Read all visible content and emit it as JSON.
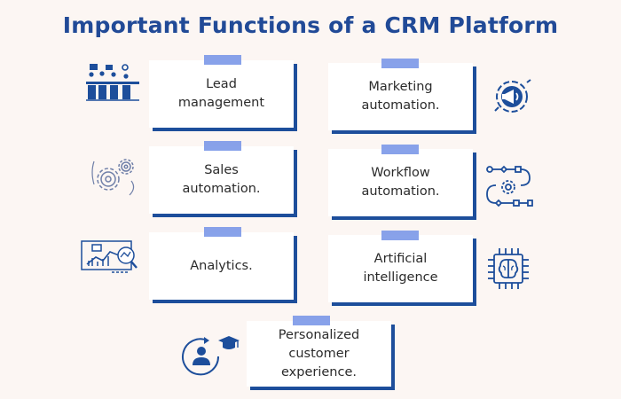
{
  "title": "Important Functions of a CRM Platform",
  "colors": {
    "title": "#214a97",
    "card_shadow": "#1d4e9b",
    "tape": "#7b98e8",
    "icon": "#1d4e9b",
    "background": "#fcf6f3"
  },
  "functions": [
    {
      "label": "Lead\nmanagement",
      "icon": "team-presentation-icon"
    },
    {
      "label": "Marketing\nautomation.",
      "icon": "megaphone-gear-icon"
    },
    {
      "label": "Sales\nautomation.",
      "icon": "gears-icon"
    },
    {
      "label": "Workflow\nautomation.",
      "icon": "workflow-icon"
    },
    {
      "label": "Analytics.",
      "icon": "analytics-dashboard-icon"
    },
    {
      "label": "Artificial\nintelligence",
      "icon": "ai-brain-chip-icon"
    },
    {
      "label": "Personalized\ncustomer\nexperience.",
      "icon": "personalized-user-icon"
    }
  ]
}
